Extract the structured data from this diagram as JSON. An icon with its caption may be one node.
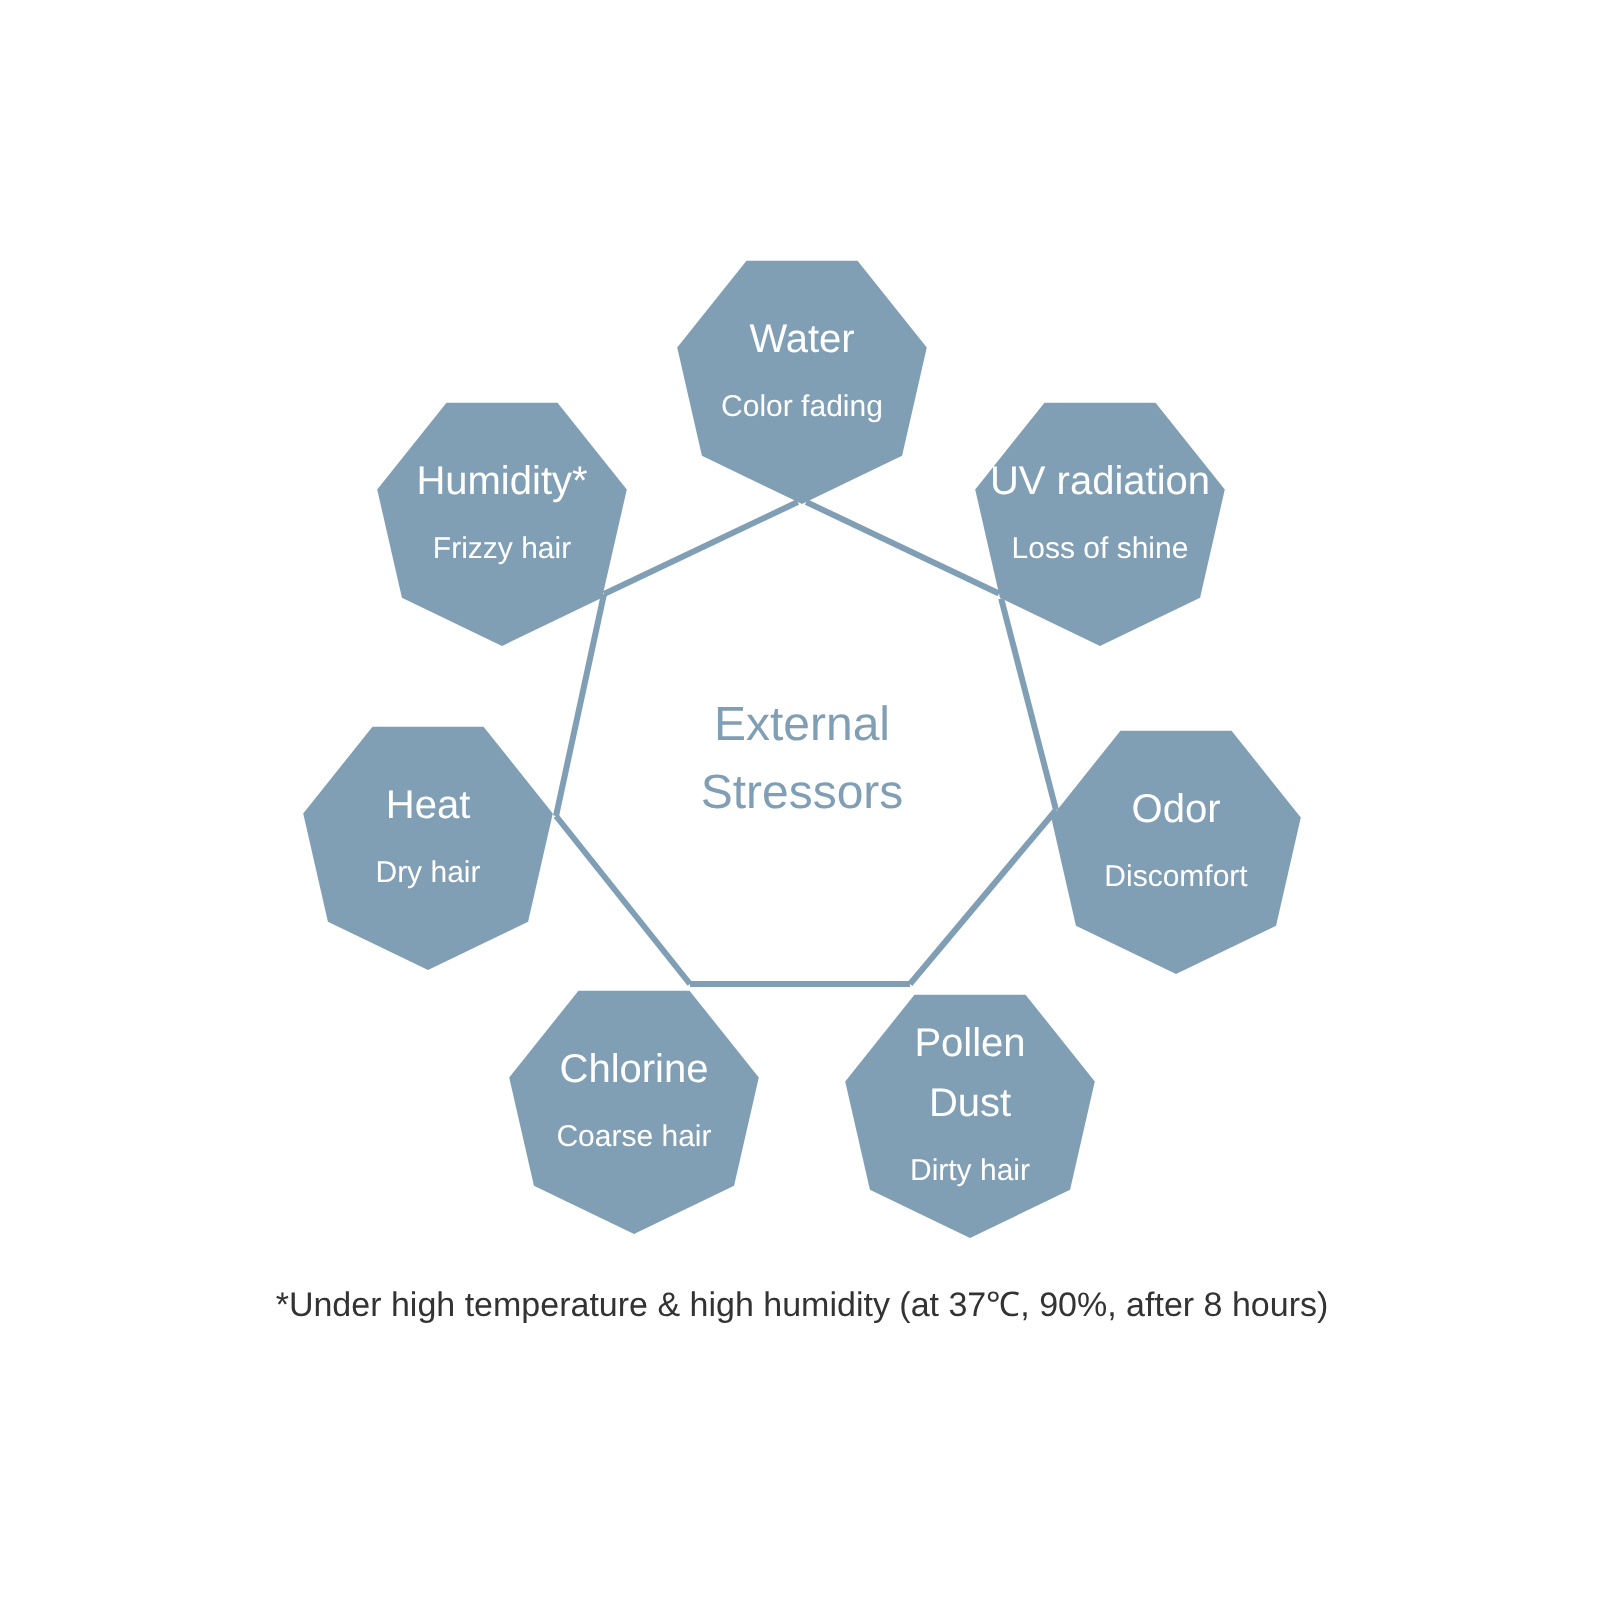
{
  "diagram": {
    "nodes": [
      {
        "text": [
          "Water",
          "Color fading"
        ]
      },
      {
        "text": [
          "UV radiation",
          "Loss of shine"
        ]
      },
      {
        "text": [
          "Odor",
          "Discomfort"
        ]
      },
      {
        "text": [
          "Pollen Dust",
          "Dirty hair"
        ]
      },
      {
        "text": [
          "Chlorine",
          "Coarse hair"
        ]
      },
      {
        "text": [
          "Heat",
          "Dry hair"
        ]
      },
      {
        "text": [
          "Humidity*",
          "Frizzy hair"
        ]
      }
    ],
    "edges": [
      {
        "from": 0,
        "to": 1,
        "arrow": "none"
      },
      {
        "from": 1,
        "to": 2,
        "arrow": "none"
      },
      {
        "from": 2,
        "to": 3,
        "arrow": "none"
      },
      {
        "from": 3,
        "to": 4,
        "arrow": "none"
      },
      {
        "from": 4,
        "to": 5,
        "arrow": "none"
      },
      {
        "from": 5,
        "to": 6,
        "arrow": "none"
      },
      {
        "from": 6,
        "to": 0,
        "arrow": "none"
      }
    ],
    "labels": [
      "External Stressors",
      "*Under high temperature & high humidity (at 37℃, 90%, after 8 hours)"
    ]
  }
}
